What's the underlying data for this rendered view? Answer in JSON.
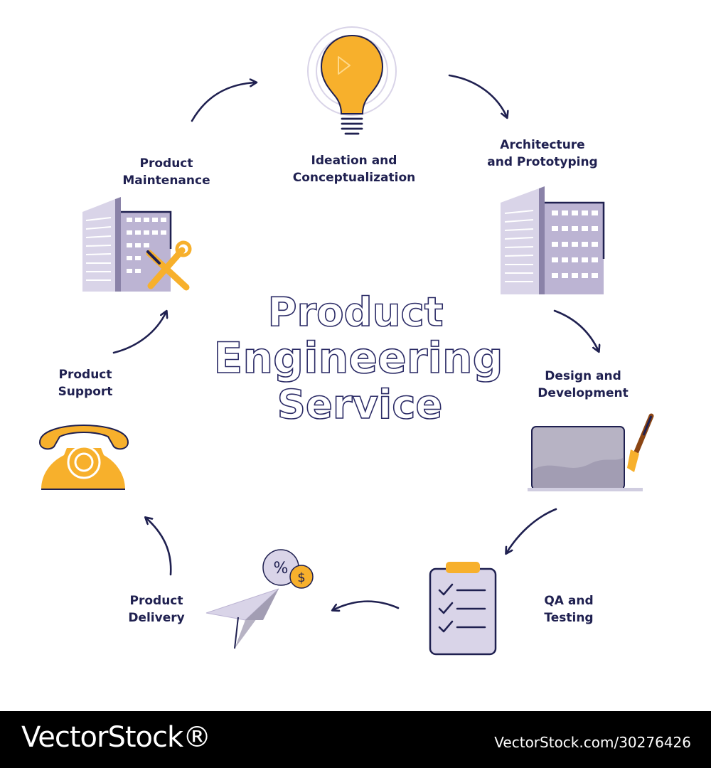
{
  "title": {
    "line1": "Product",
    "line2": "Engineering",
    "line3": "Service"
  },
  "steps": [
    {
      "label": "Ideation and\nConceptualization",
      "icon": "lightbulb-icon"
    },
    {
      "label": "Architecture\nand Prototyping",
      "icon": "building-icon"
    },
    {
      "label": "Design and\nDevelopment",
      "icon": "laptop-brush-icon"
    },
    {
      "label": "QA and\nTesting",
      "icon": "clipboard-checklist-icon"
    },
    {
      "label": "Product\nDelivery",
      "icon": "paper-plane-icon"
    },
    {
      "label": "Product\nSupport",
      "icon": "telephone-icon"
    },
    {
      "label": "Product\nMaintenance",
      "icon": "building-tools-icon"
    }
  ],
  "icon_text": {
    "percent": "%",
    "dollar": "$"
  },
  "watermark": {
    "brand": "VectorStock®",
    "url": "VectorStock.com/30276426"
  },
  "colors": {
    "navy": "#1f2050",
    "orange": "#f7b02c",
    "lavender": "#d9d4e8",
    "purple": "#bcb4d3",
    "grey": "#b7b3c4"
  }
}
